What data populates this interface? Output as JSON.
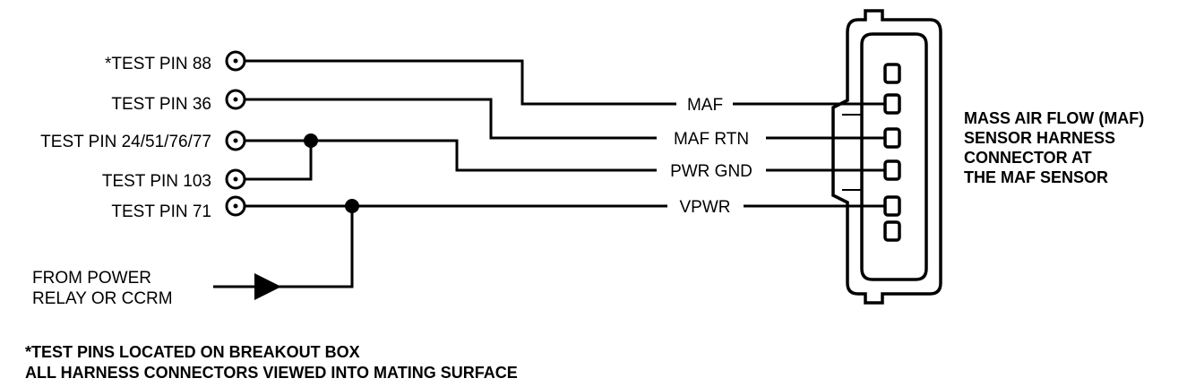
{
  "test_pins": [
    {
      "label": "*TEST PIN 88"
    },
    {
      "label": "TEST PIN 36"
    },
    {
      "label": "TEST PIN 24/51/76/77"
    },
    {
      "label": "TEST PIN 103"
    },
    {
      "label": "TEST PIN 71"
    }
  ],
  "circuits": [
    {
      "label": "MAF"
    },
    {
      "label": "MAF RTN"
    },
    {
      "label": "PWR GND"
    },
    {
      "label": "VPWR"
    }
  ],
  "power_source": {
    "line1": "FROM POWER",
    "line2": "RELAY OR CCRM"
  },
  "connector": {
    "caption_lines": [
      "MASS AIR FLOW (MAF)",
      "SENSOR HARNESS",
      "CONNECTOR AT",
      "THE MAF SENSOR"
    ]
  },
  "footnotes": [
    "*TEST PINS LOCATED ON BREAKOUT BOX",
    "ALL HARNESS CONNECTORS VIEWED INTO MATING SURFACE"
  ]
}
